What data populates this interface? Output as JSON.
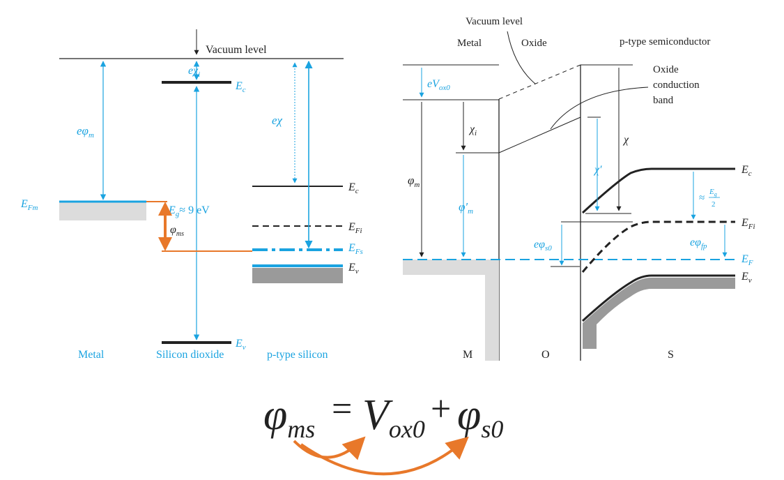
{
  "left_diagram": {
    "vacuum_label": "Vacuum level",
    "e_phi_m": "eφ",
    "e_phi_m_sub": "m",
    "e_chi_i": "eχ",
    "e_chi_i_sub": "i",
    "e_chi": "eχ",
    "ec_top": "E",
    "ec_top_sub": "c",
    "efm": "E",
    "efm_sub": "Fm",
    "eg_text": "E",
    "eg_sub": "g",
    "eg_val": "≈ 9 eV",
    "phi_ms": "φ",
    "phi_ms_sub": "ms",
    "ec": "E",
    "ec_sub": "c",
    "efi": "E",
    "efi_sub": "Fi",
    "efs": "E",
    "efs_sub": "Fs",
    "ev": "E",
    "ev_sub": "v",
    "ev_bottom": "E",
    "ev_bottom_sub": "v",
    "metal": "Metal",
    "silicon_dioxide": "Silicon dioxide",
    "p_type_silicon": "p-type silicon"
  },
  "right_diagram": {
    "vacuum_label": "Vacuum level",
    "metal": "Metal",
    "oxide": "Oxide",
    "semiconductor": "p-type semiconductor",
    "oxide_cb_1": "Oxide",
    "oxide_cb_2": "conduction",
    "oxide_cb_3": "band",
    "e_vox0": "eV",
    "e_vox0_sub": "ox0",
    "chi_i": "χ",
    "chi_i_sub": "i",
    "chi": "χ",
    "chi_prime": "χ′",
    "phi_m": "φ",
    "phi_m_sub": "m",
    "phi_prime_m": "φ′",
    "phi_prime_m_sub": "m",
    "ec": "E",
    "ec_sub": "c",
    "approx_eg": "≈",
    "eg_num": "E",
    "eg_num_sub": "g",
    "eg_den": "2",
    "efi": "E",
    "efi_sub": "Fi",
    "e_phi_s0": "eφ",
    "e_phi_s0_sub": "s0",
    "e_phi_fp": "eφ",
    "e_phi_fp_sub": "fp",
    "ef": "E",
    "ef_sub": "F",
    "ev": "E",
    "ev_sub": "v",
    "m": "M",
    "o": "O",
    "s": "S"
  },
  "equation": {
    "phi": "φ",
    "ms": "ms",
    "eq": "=",
    "v": "V",
    "ox0": "ox0",
    "plus": "+",
    "phi2": "φ",
    "s0": "s0"
  },
  "colors": {
    "cyan": "#1aa3e0",
    "orange": "#e8782a",
    "black": "#222222",
    "gray": "#d9d9d9"
  }
}
